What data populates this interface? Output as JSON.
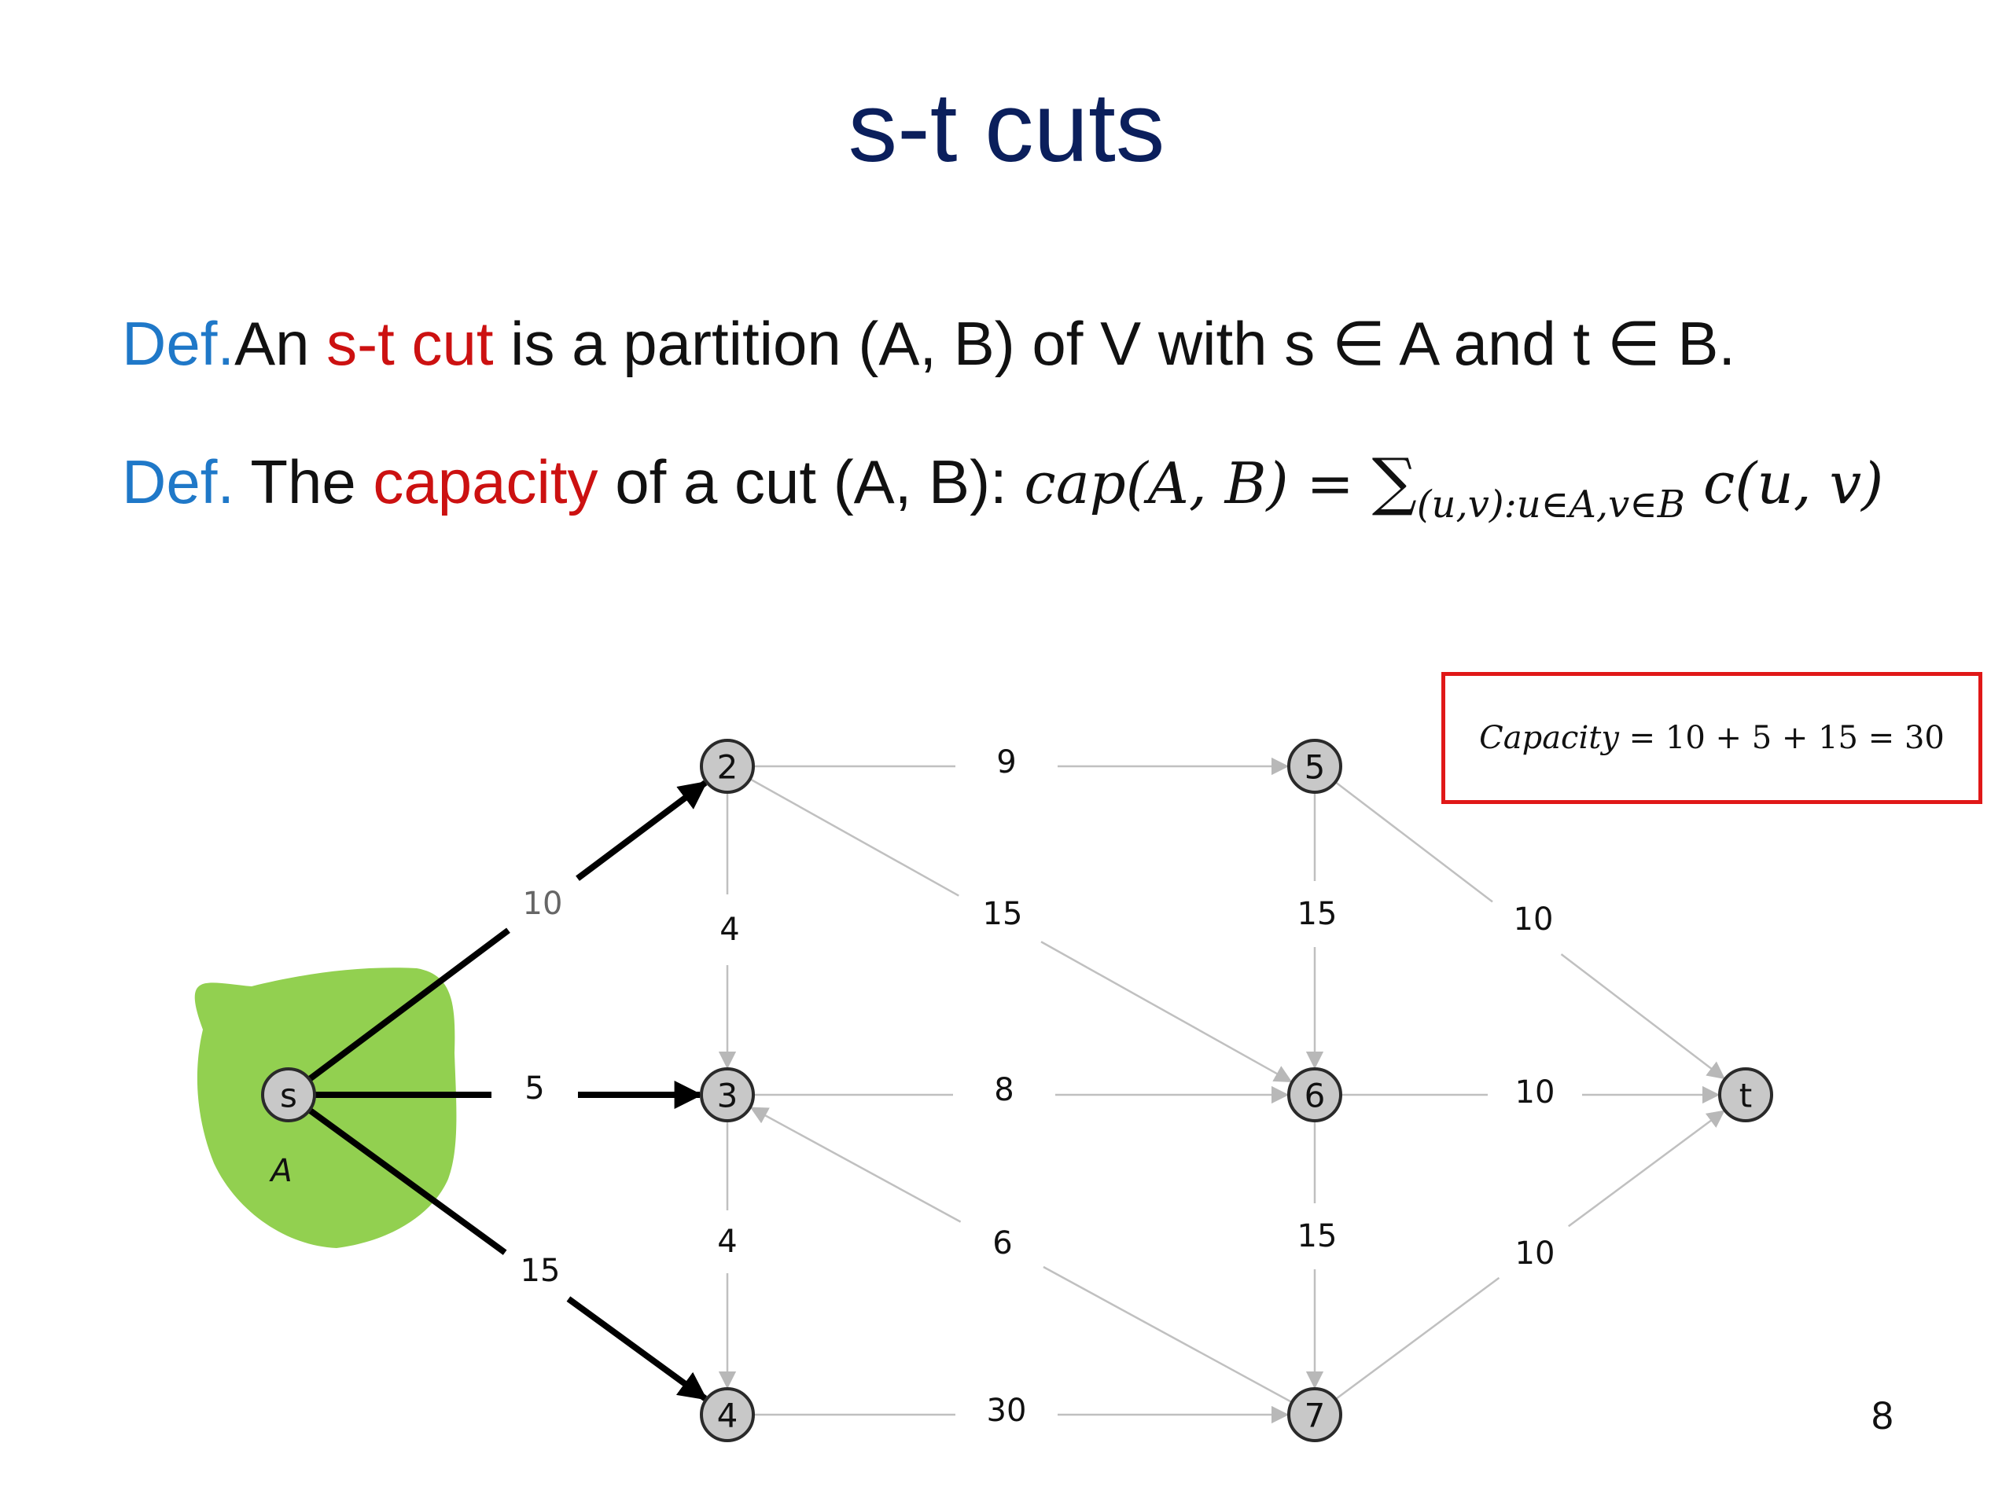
{
  "slide": {
    "title": "s-t cuts",
    "page_number": "8"
  },
  "definitions": [
    {
      "prefix": "Def.",
      "part1": "An ",
      "highlight": "s-t cut",
      "part2": " is a partition (A, B) of V with s ∈ A and t ∈ B."
    },
    {
      "prefix": "Def.",
      "part1": " The ",
      "highlight": "capacity",
      "part2": " of a cut (A, B): ",
      "formula_lhs": "cap(A, B) = ",
      "formula_sigma": "∑",
      "formula_sub": "(u,v):u∈A,v∈B",
      "formula_rhs": " c(u, v)"
    }
  ],
  "capacity_box": {
    "word": "Capacity",
    "expression": " = 10 + 5 + 15 = 30"
  },
  "region": {
    "label": "A",
    "color": "#92d050"
  },
  "colors": {
    "cut_edge": "#000000",
    "other_edge": "#c0c0c0",
    "box_border": "#e01818",
    "node_fill": "#c8c8c8"
  },
  "graph": {
    "nodes": [
      {
        "id": "s",
        "label": "s"
      },
      {
        "id": "2",
        "label": "2"
      },
      {
        "id": "3",
        "label": "3"
      },
      {
        "id": "4",
        "label": "4"
      },
      {
        "id": "5",
        "label": "5"
      },
      {
        "id": "6",
        "label": "6"
      },
      {
        "id": "7",
        "label": "7"
      },
      {
        "id": "t",
        "label": "t"
      }
    ],
    "edges": [
      {
        "from": "s",
        "to": "2",
        "capacity": "10",
        "cut": true
      },
      {
        "from": "s",
        "to": "3",
        "capacity": "5",
        "cut": true
      },
      {
        "from": "s",
        "to": "4",
        "capacity": "15",
        "cut": true
      },
      {
        "from": "2",
        "to": "5",
        "capacity": "9",
        "cut": false
      },
      {
        "from": "2",
        "to": "3",
        "capacity": "4",
        "cut": false
      },
      {
        "from": "2",
        "to": "6",
        "capacity": "15",
        "cut": false
      },
      {
        "from": "3",
        "to": "6",
        "capacity": "8",
        "cut": false
      },
      {
        "from": "3",
        "to": "4",
        "capacity": "4",
        "cut": false
      },
      {
        "from": "7",
        "to": "3",
        "capacity": "6",
        "cut": false
      },
      {
        "from": "4",
        "to": "7",
        "capacity": "30",
        "cut": false
      },
      {
        "from": "5",
        "to": "6",
        "capacity": "15",
        "cut": false
      },
      {
        "from": "5",
        "to": "t",
        "capacity": "10",
        "cut": false
      },
      {
        "from": "6",
        "to": "t",
        "capacity": "10",
        "cut": false
      },
      {
        "from": "6",
        "to": "7",
        "capacity": "15",
        "cut": false
      },
      {
        "from": "7",
        "to": "t",
        "capacity": "10",
        "cut": false
      }
    ]
  }
}
